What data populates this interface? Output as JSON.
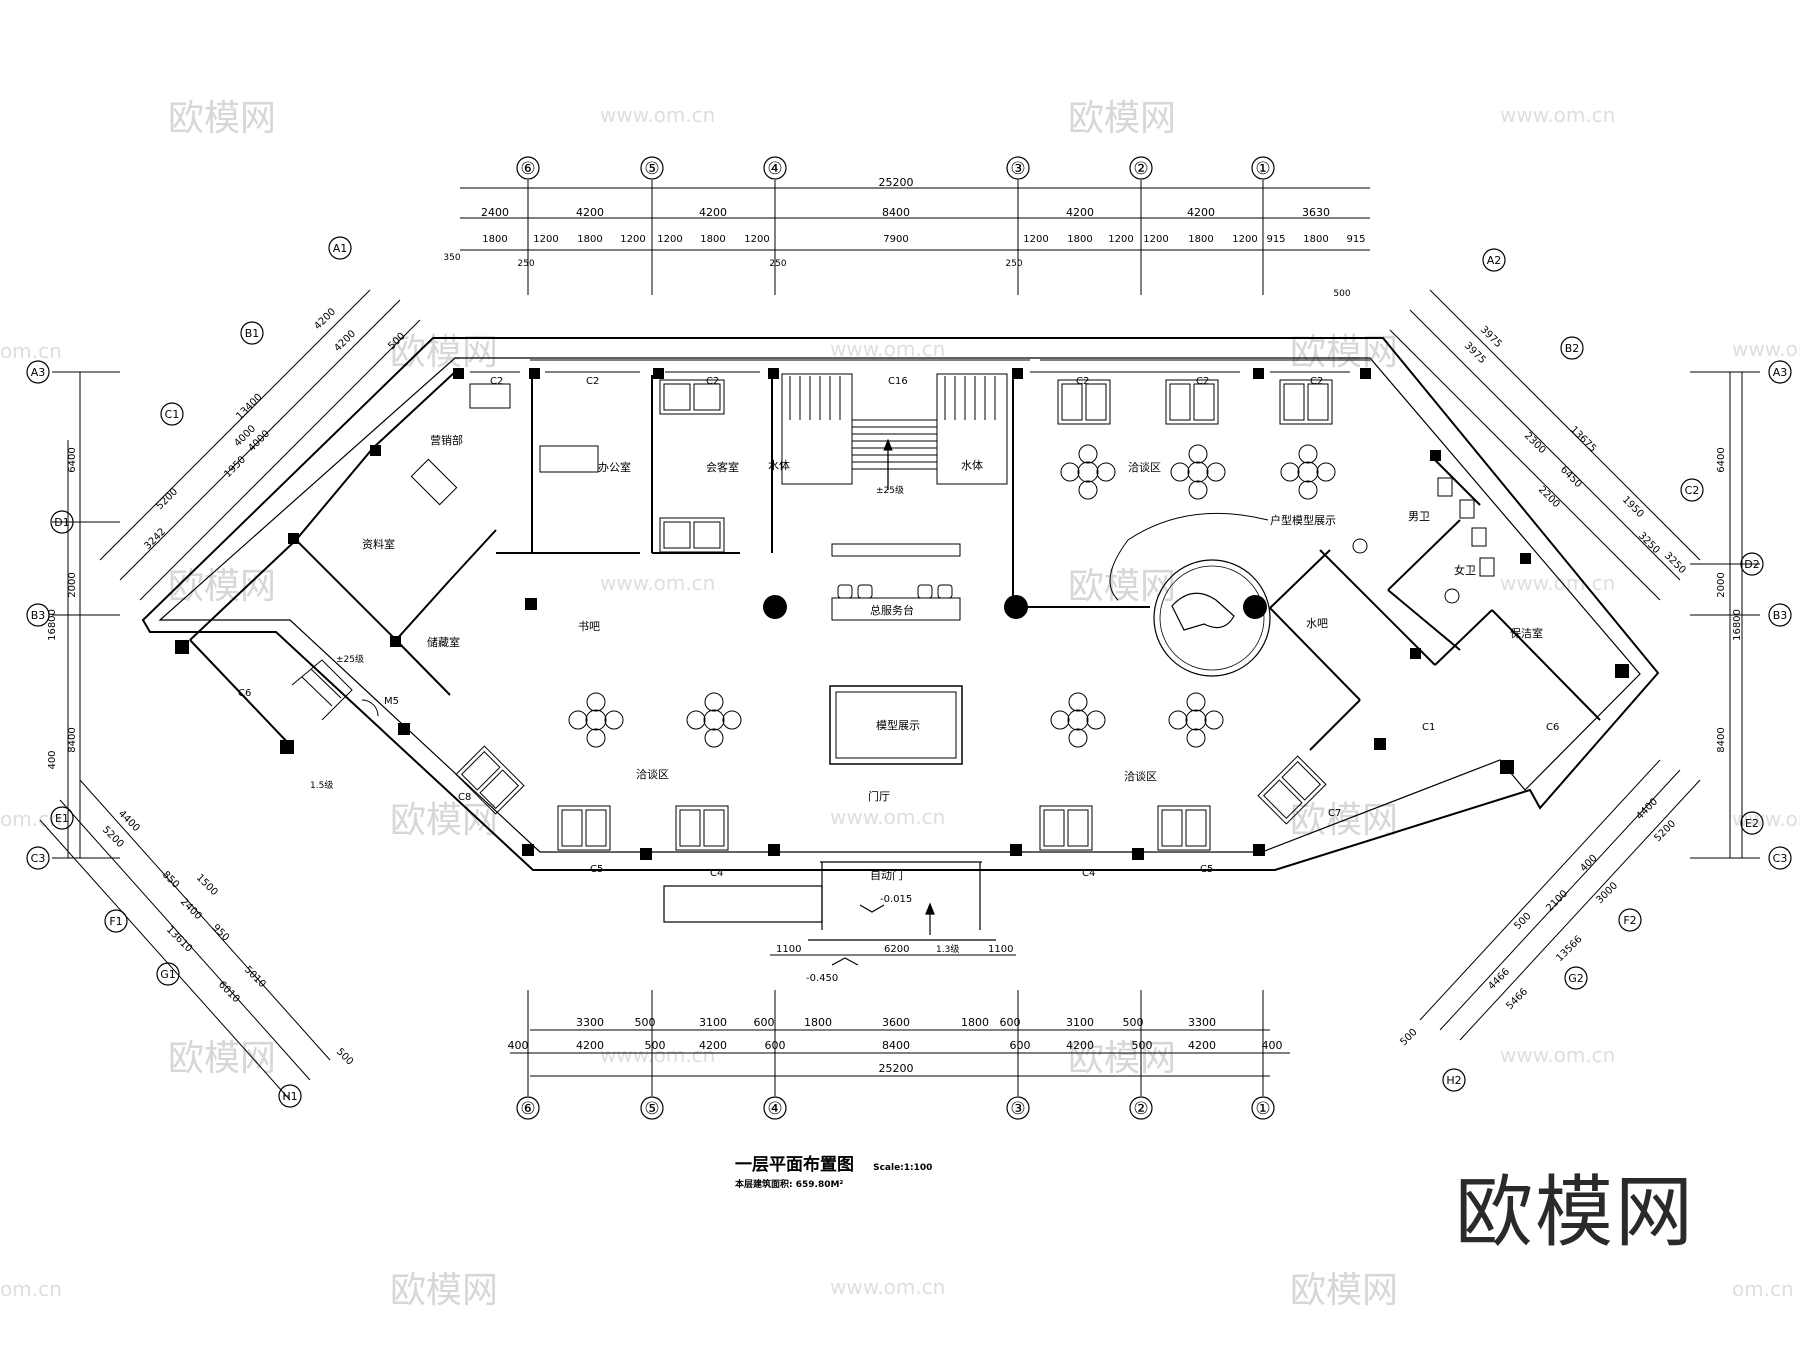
{
  "drawing": {
    "title": "一层平面布置图",
    "scale_label": "Scale:1:100",
    "area_label": "本层建筑面积: 659.80M²"
  },
  "watermark": {
    "brand_large": "欧模网",
    "brand_small": "欧模网",
    "url": "www.om.cn",
    "edge": "om.cn"
  },
  "grid_top": [
    "⑥",
    "⑤",
    "④",
    "③",
    "②",
    "①"
  ],
  "dims_top": {
    "total": "25200",
    "row1": [
      "2400",
      "4200",
      "4200",
      "8400",
      "4200",
      "4200",
      "3630"
    ],
    "row2": [
      "1800",
      "1200",
      "1800",
      "1200",
      "1200",
      "1800",
      "1200",
      "7900",
      "1200",
      "1800",
      "1200",
      "1200",
      "1800",
      "1200",
      "915",
      "1800",
      "915"
    ],
    "misc": [
      "350",
      "250",
      "250",
      "250",
      "500"
    ]
  },
  "dims_bottom": {
    "row1": [
      "3300",
      "500",
      "3100",
      "600",
      "1800",
      "3600",
      "1800",
      "600",
      "3100",
      "500",
      "3300"
    ],
    "row2": [
      "400",
      "4200",
      "500",
      "4200",
      "600",
      "8400",
      "600",
      "4200",
      "500",
      "4200",
      "400"
    ],
    "total": "25200"
  },
  "dims_entrance": [
    "1100",
    "6200",
    "1100"
  ],
  "elevations": [
    "±25级",
    "-0.015",
    "-0.450",
    "1.5级",
    "1.3级"
  ],
  "dims_left_vertical": [
    "6400",
    "2000",
    "16800",
    "8400",
    "400"
  ],
  "dims_right_vertical": [
    "6400",
    "2000",
    "16800",
    "8400"
  ],
  "grid_left": [
    "A3",
    "D1",
    "B3",
    "E1",
    "C3"
  ],
  "grid_right": [
    "A3",
    "D2",
    "B3",
    "E2",
    "C3"
  ],
  "grid_diag_left": [
    "A1",
    "B1",
    "C1",
    "F1",
    "G1",
    "H1"
  ],
  "grid_diag_right": [
    "A2",
    "B2",
    "C2",
    "F2",
    "G2",
    "H2"
  ],
  "dims_ul_diag": [
    "4200",
    "4200",
    "13400",
    "4000",
    "4000",
    "1950",
    "5200",
    "3242",
    "500"
  ],
  "dims_ur_diag": [
    "3975",
    "3975",
    "13675",
    "2300",
    "6450",
    "2200",
    "1950",
    "3250",
    "3250"
  ],
  "dims_ll_diag": [
    "4400",
    "5200",
    "850",
    "1500",
    "2400",
    "13610",
    "950",
    "5010",
    "6010",
    "500"
  ],
  "dims_lr_diag": [
    "4400",
    "5200",
    "2100",
    "3000",
    "400",
    "13566",
    "500",
    "4466",
    "5466",
    "500"
  ],
  "rooms": {
    "sales": "营销部",
    "office": "办公室",
    "meeting": "会客室",
    "water_l": "水体",
    "water_r": "水体",
    "nego_tr": "洽谈区",
    "model_show": "户型模型展示",
    "mens": "男卫",
    "womens": "女卫",
    "archive": "资料室",
    "storage": "储藏室",
    "reading": "书吧",
    "service": "总服务台",
    "bar": "水吧",
    "cleaning": "保洁室",
    "model": "模型展示",
    "nego_bl": "洽谈区",
    "nego_br": "洽谈区",
    "hall": "门厅",
    "door": "自动门",
    "stair_steps": "±25级"
  },
  "window_tags": [
    "C2",
    "C2",
    "C2",
    "C16",
    "C2",
    "C2",
    "C2",
    "C5",
    "C4",
    "C4",
    "C5",
    "C8",
    "C7",
    "C6",
    "C1",
    "C6",
    "M5"
  ]
}
